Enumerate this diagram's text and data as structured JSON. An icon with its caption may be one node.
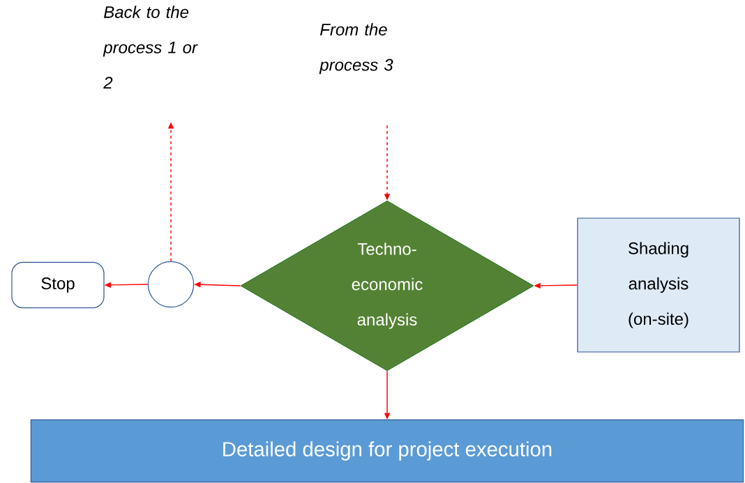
{
  "diagram": {
    "nodes": [
      {
        "text": [
          "Back to the process 1 or 2"
        ]
      },
      {
        "text": [
          "From the process 3"
        ]
      },
      {
        "text": [
          "Stop"
        ]
      },
      {
        "text": [],
        "shape": "circle"
      },
      {
        "text": [
          "Techno-economic analysis"
        ]
      },
      {
        "text": [
          "Shading analysis (on-site)"
        ]
      },
      {
        "text": [
          "Detailed design for project execution"
        ]
      }
    ],
    "edges": [
      {
        "from": 3,
        "to": 0,
        "arrow": "to",
        "style": "dashed"
      },
      {
        "from": 1,
        "to": 4,
        "arrow": "to",
        "style": "dashed"
      },
      {
        "from": 5,
        "to": 4,
        "arrow": "to"
      },
      {
        "from": 4,
        "to": 3,
        "arrow": "to"
      },
      {
        "from": 3,
        "to": 2,
        "arrow": "to"
      },
      {
        "from": 4,
        "to": 6,
        "arrow": "to"
      }
    ]
  }
}
